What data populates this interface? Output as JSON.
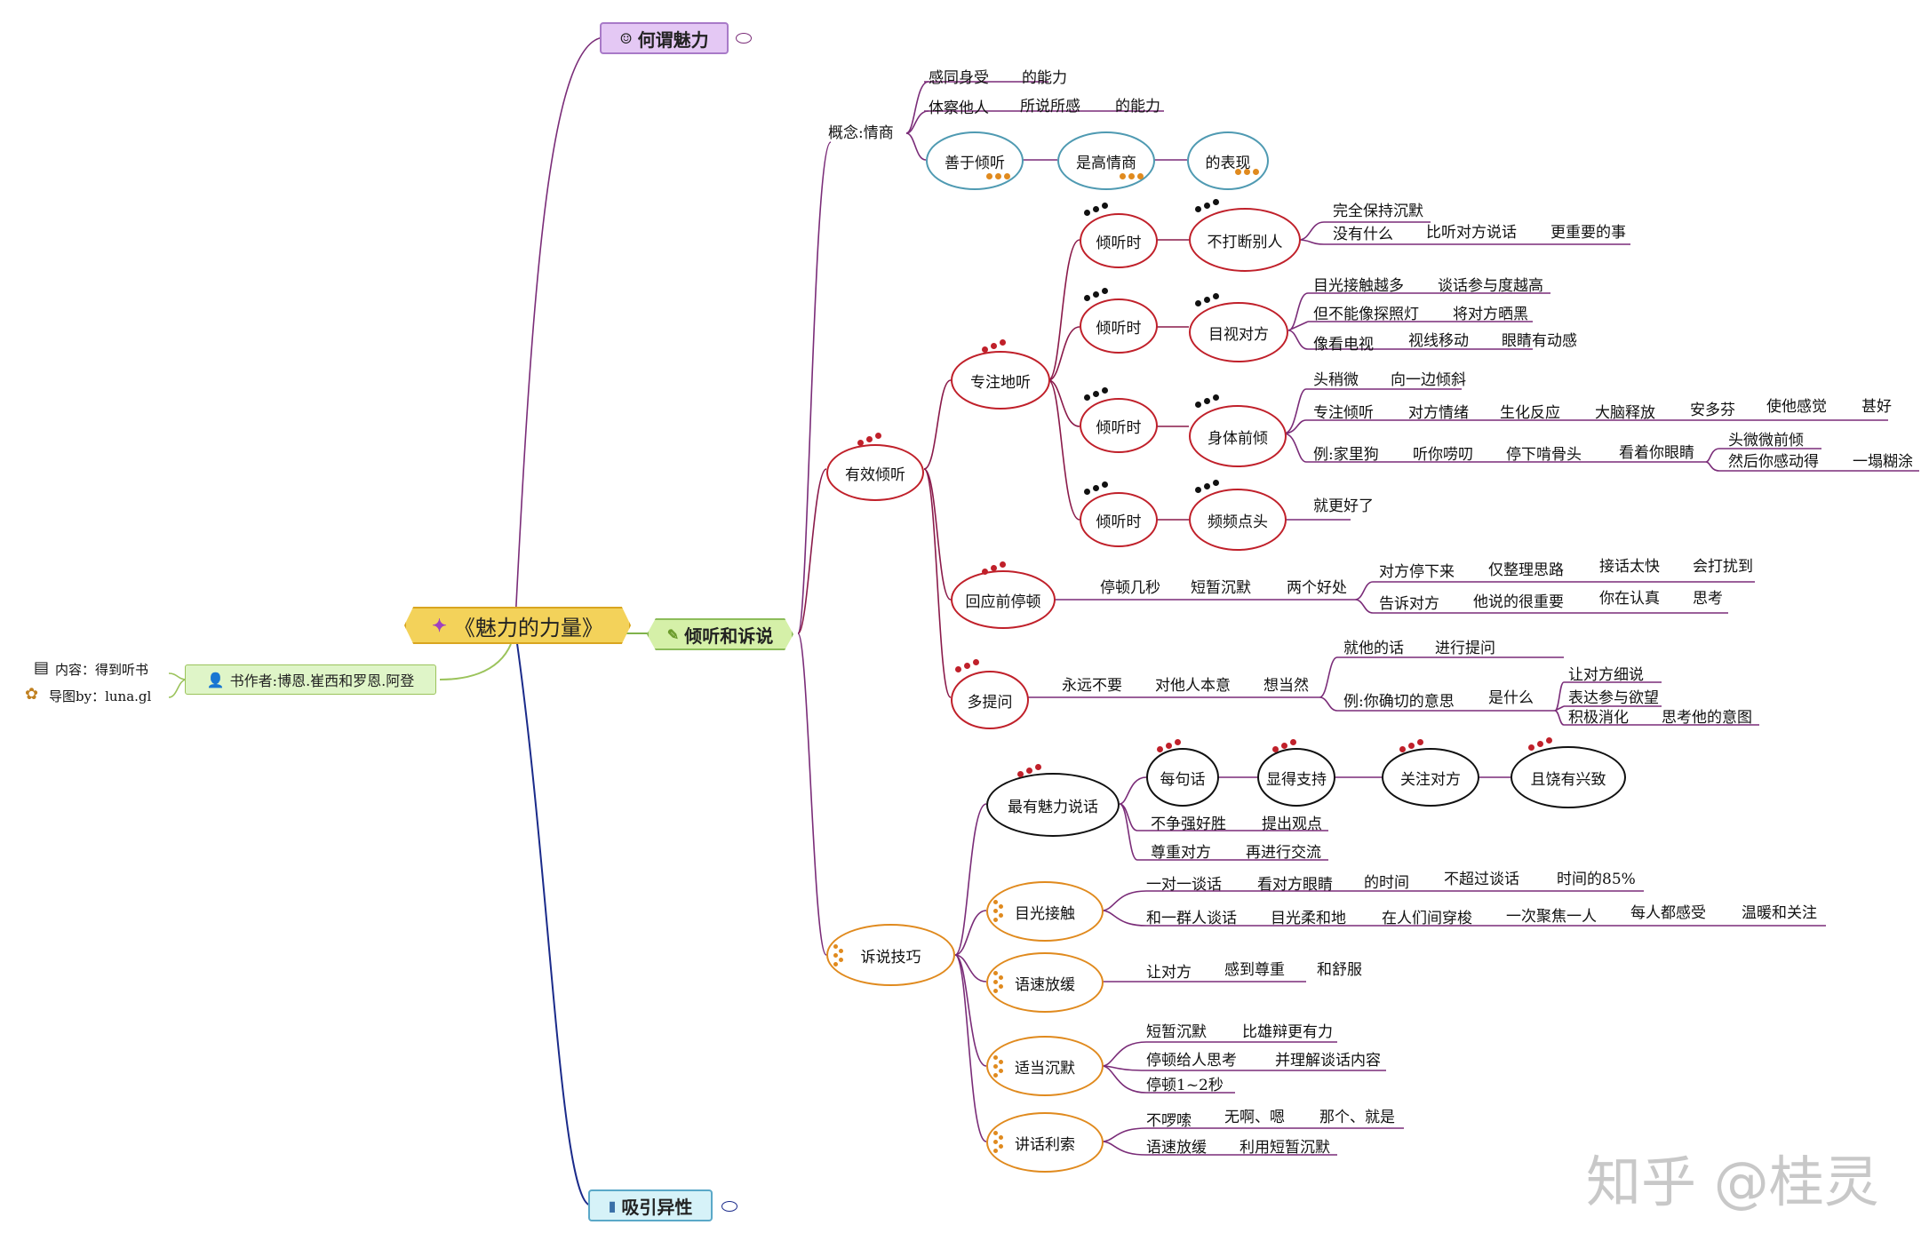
{
  "root": {
    "title": "《魅力的力量》"
  },
  "branches": {
    "what_is_charm": "何谓魅力",
    "listen_speak": "倾听和诉说",
    "attract": "吸引异性"
  },
  "left": {
    "author": "书作者:博恩.崔西和罗恩.阿登",
    "content": "内容：得到听书",
    "mapby": "导图by：luna.gl"
  },
  "concept": {
    "label": "概念:情商",
    "r1": [
      "感同身受",
      "的能力"
    ],
    "r2": [
      "体察他人",
      "所说所感",
      "的能力"
    ],
    "chain": [
      "善于倾听",
      "是高情商",
      "的表现"
    ]
  },
  "effective": {
    "label": "有效倾听",
    "focus": {
      "label": "专注地听",
      "l1": {
        "a": "倾听时",
        "b": "不打断别人",
        "r1": "完全保持沉默",
        "r2": [
          "没有什么",
          "比听对方说话",
          "更重要的事"
        ]
      },
      "l2": {
        "a": "倾听时",
        "b": "目视对方",
        "r1": [
          "目光接触越多",
          "谈话参与度越高"
        ],
        "r2": [
          "但不能像探照灯",
          "将对方晒黑"
        ],
        "r3": [
          "像看电视",
          "视线移动",
          "眼睛有动感"
        ]
      },
      "l3": {
        "a": "倾听时",
        "b": "身体前倾",
        "r1": [
          "头稍微",
          "向一边倾斜"
        ],
        "r2": [
          "专注倾听",
          "对方情绪",
          "生化反应",
          "大脑释放",
          "安多芬",
          "使他感觉",
          "甚好"
        ],
        "r3": [
          "例:家里狗",
          "听你唠叨",
          "停下啃骨头",
          "看着你眼睛"
        ],
        "r3a": "头微微前倾",
        "r3b": [
          "然后你感动得",
          "一塌糊涂"
        ]
      },
      "l4": {
        "a": "倾听时",
        "b": "频频点头",
        "r1": "就更好了"
      }
    },
    "pause": {
      "label": "回应前停顿",
      "r": [
        "停顿几秒",
        "短暂沉默",
        "两个好处"
      ],
      "b1": [
        "对方停下来",
        "仅整理思路",
        "接话太快",
        "会打扰到"
      ],
      "b2": [
        "告诉对方",
        "他说的很重要",
        "你在认真",
        "思考"
      ]
    },
    "ask": {
      "label": "多提问",
      "r": [
        "永远不要",
        "对他人本意",
        "想当然"
      ],
      "b1": [
        "就他的话",
        "进行提问"
      ],
      "b2": [
        "例:你确切的意思",
        "是什么"
      ],
      "b2s": [
        "让对方细说",
        "表达参与欲望",
        "积极消化",
        "思考他的意图"
      ]
    }
  },
  "speak": {
    "label": "诉说技巧",
    "charm": {
      "label": "最有魅力说话",
      "chain": [
        "每句话",
        "显得支持",
        "关注对方",
        "且饶有兴致"
      ],
      "r1": [
        "不争强好胜",
        "提出观点"
      ],
      "r2": [
        "尊重对方",
        "再进行交流"
      ]
    },
    "eye": {
      "label": "目光接触",
      "r1": [
        "一对一谈话",
        "看对方眼睛",
        "的时间",
        "不超过谈话",
        "时间的85%"
      ],
      "r2": [
        "和一群人谈话",
        "目光柔和地",
        "在人们间穿梭",
        "一次聚焦一人",
        "每人都感受",
        "温暖和关注"
      ]
    },
    "slow": {
      "label": "语速放缓",
      "r": [
        "让对方",
        "感到尊重",
        "和舒服"
      ]
    },
    "silence": {
      "label": "适当沉默",
      "r1": [
        "短暂沉默",
        "比雄辩更有力"
      ],
      "r2": [
        "停顿给人思考",
        "并理解谈话内容"
      ],
      "r3": "停顿1~2秒"
    },
    "neat": {
      "label": "讲话利索",
      "r1": [
        "不啰嗦",
        "无啊、嗯",
        "那个、就是"
      ],
      "r2": [
        "语速放缓",
        "利用短暂沉默"
      ]
    }
  },
  "watermark": "知乎 @桂灵",
  "colors": {
    "red": "#c0202a",
    "teal": "#4f9ab2",
    "orange": "#e08a1e",
    "purple": "#6e2a8a",
    "navy": "#1a2a8a"
  }
}
